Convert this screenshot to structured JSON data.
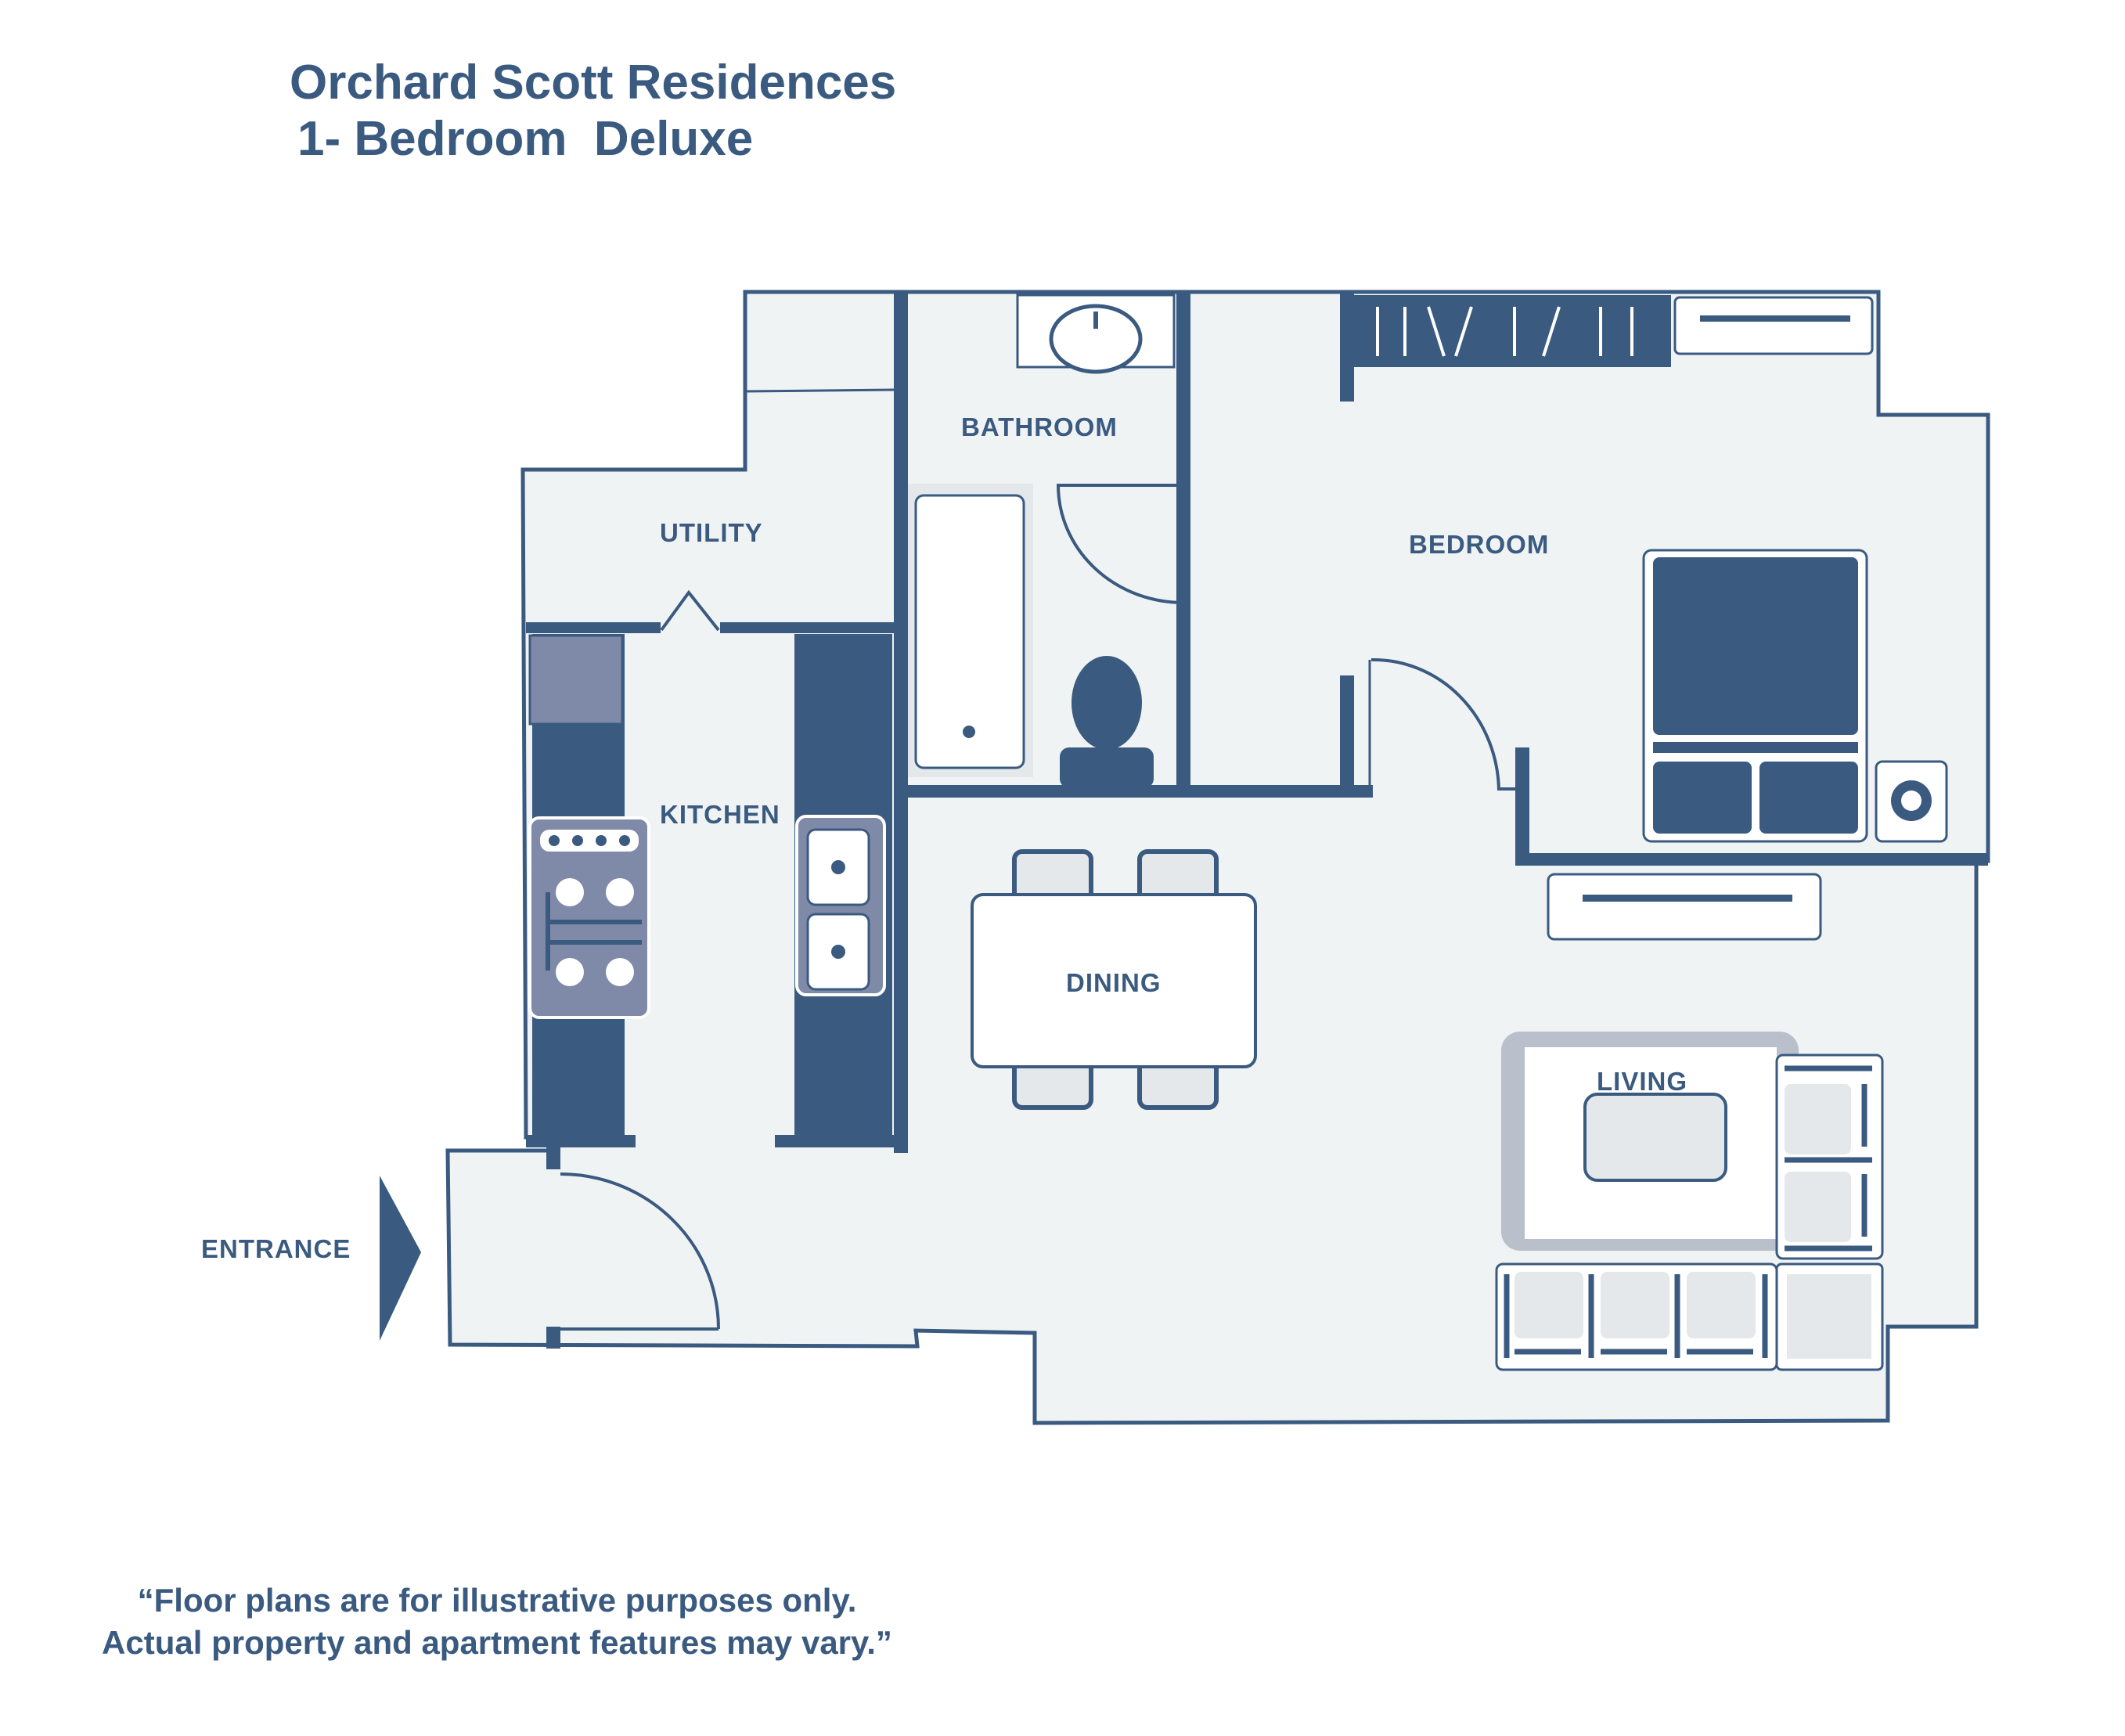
{
  "title": {
    "line1": "Orchard Scott Residences",
    "line2": "1- Bedroom  Deluxe"
  },
  "rooms": {
    "bathroom": "BATHROOM",
    "utility": "UTILITY",
    "bedroom": "BEDROOM",
    "kitchen": "KITCHEN",
    "dining": "DINING",
    "living": "LIVING",
    "entrance": "ENTRANCE"
  },
  "disclaimer": {
    "line1": "“Floor plans are for illustrative purposes only.",
    "line2": "Actual property and apartment features may vary.”"
  },
  "colors": {
    "wall": "#3a5a80",
    "floor": "#f0f3f4",
    "appliance": "#7f8aa8",
    "furniture_fill": "#e4e8ea",
    "rug": "#b9bfcb"
  },
  "icons": [
    "entrance-arrow-icon",
    "toilet-icon",
    "sink-icon",
    "stove-icon",
    "bed-icon",
    "wardrobe-icon"
  ]
}
